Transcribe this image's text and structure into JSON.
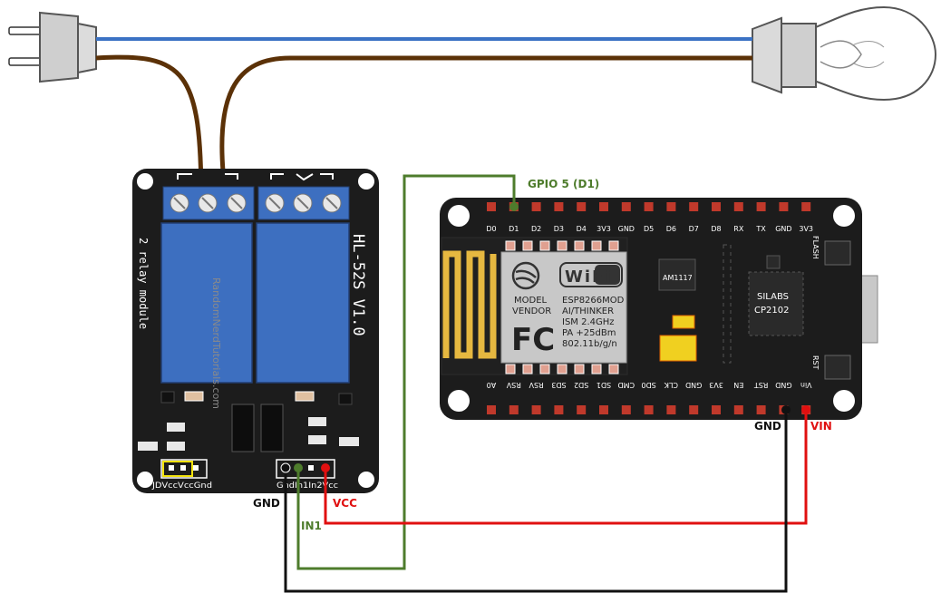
{
  "relay_module": {
    "model": "HL-52S V1.0",
    "subtitle": "2 relay module",
    "watermark": "RandomNerdTutorials.com",
    "jumper_header": "JDVccVccGnd",
    "input_header": "GndIn1In2Vcc"
  },
  "esp_board": {
    "top_pins": [
      "D0",
      "D1",
      "D2",
      "D3",
      "D4",
      "3V3",
      "GND",
      "D5",
      "D6",
      "D7",
      "D8",
      "RX",
      "TX",
      "GND",
      "3V3"
    ],
    "bottom_pins": [
      "A0",
      "RSV",
      "RSV",
      "SD3",
      "SD2",
      "SD1",
      "CMD",
      "SD0",
      "CLK",
      "GND",
      "3V3",
      "EN",
      "RST",
      "GND",
      "Vin"
    ],
    "module_lines": [
      "ESP8266MOD",
      "AI/THINKER",
      "ISM 2.4GHz",
      "PA +25dBm",
      "802.11b/g/n"
    ],
    "model_vendor": [
      "MODEL",
      "VENDOR"
    ],
    "wifi_text": "WiFi",
    "fcc_text": "FC",
    "regulator": "AM1117",
    "usb_chip": [
      "SILABS",
      "CP2102"
    ],
    "buttons": [
      "FLASH",
      "RST"
    ]
  },
  "wire_labels": {
    "gpio": "GPIO 5 (D1)",
    "relay_gnd": "GND",
    "relay_vcc": "VCC",
    "relay_in1": "IN1",
    "esp_gnd": "GND",
    "esp_vin": "VIN"
  },
  "colors": {
    "ac_live": "#5b3107",
    "ac_neutral": "#3b72c4",
    "gpio_wire": "#4e7c2c",
    "vcc_wire": "#e01010",
    "gnd_wire": "#111111",
    "relay_blue": "#3d6fc0",
    "board_black": "#1c1c1c"
  },
  "icons": [
    "plug-icon",
    "light-bulb-icon",
    "wifi-logo-icon",
    "fcc-logo-icon",
    "espressif-logo-icon"
  ]
}
